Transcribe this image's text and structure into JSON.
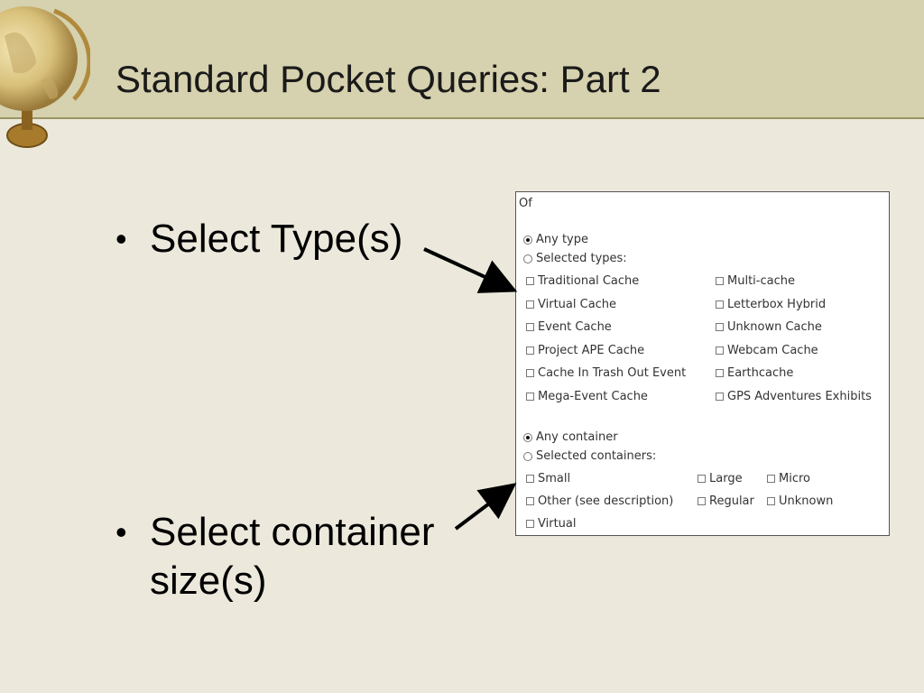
{
  "slide": {
    "title": "Standard Pocket Queries: Part 2",
    "bullets": [
      "Select Type(s)",
      "Select container size(s)"
    ],
    "bullet_glyph": "•"
  },
  "form": {
    "header": "Of",
    "any_type_label": "Any type",
    "selected_types_label": "Selected types:",
    "types": [
      "Traditional Cache",
      "Multi-cache",
      "Virtual Cache",
      "Letterbox Hybrid",
      "Event Cache",
      "Unknown Cache",
      "Project APE Cache",
      "Webcam Cache",
      "Cache In Trash Out Event",
      "Earthcache",
      "Mega-Event Cache",
      "GPS Adventures Exhibits"
    ],
    "any_container_label": "Any container",
    "selected_containers_label": "Selected containers:",
    "containers": [
      "Small",
      "Large",
      "Micro",
      "Other (see description)",
      "Regular",
      "Unknown",
      "Virtual"
    ],
    "type_mode": "any",
    "container_mode": "any"
  },
  "icons": [
    "globe-icon",
    "arrow-icon"
  ],
  "colors": {
    "background": "#ece9dc",
    "title_band": "#d6d1ae",
    "band_border": "#9c9565"
  }
}
